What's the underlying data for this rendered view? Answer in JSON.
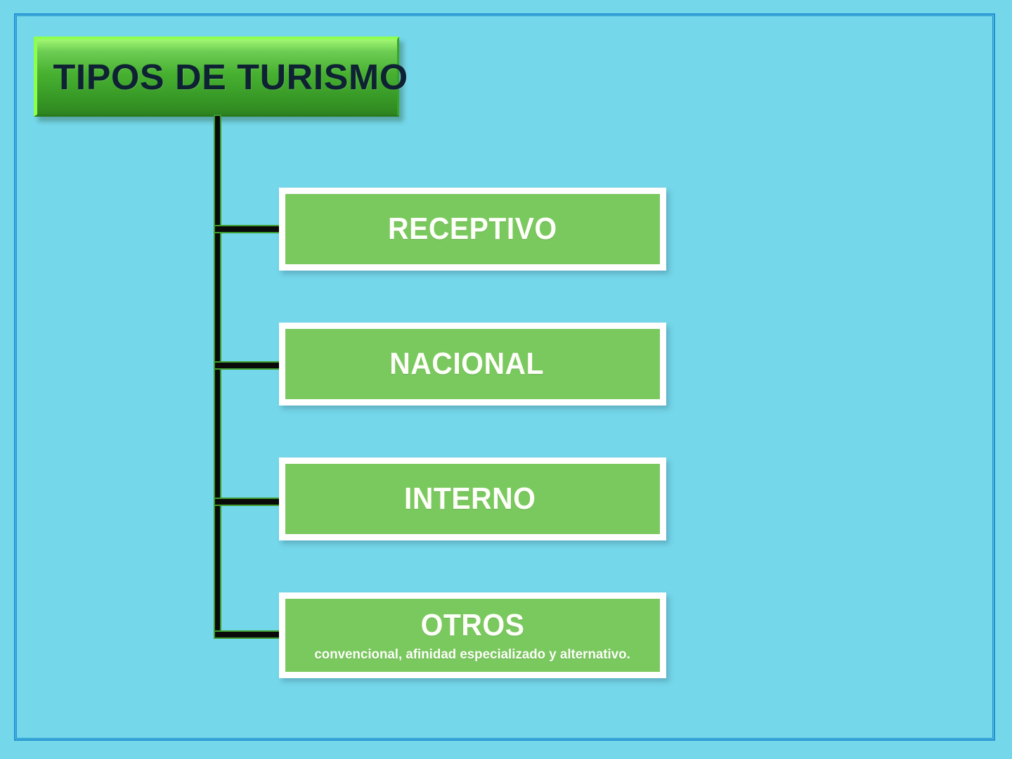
{
  "slide": {
    "background_color": "#75d7ea",
    "border_color": "#2091cf",
    "title": "TIPOS DE TURISMO"
  },
  "diagram": {
    "root_label": "TIPOS DE TURISMO",
    "node_fill_color": "#7ac95f",
    "node_frame_color": "#ffffff",
    "connector_color": "#0a0a0a",
    "nodes": [
      {
        "label": "RECEPTIVO",
        "subtitle": ""
      },
      {
        "label": "NACIONAL",
        "subtitle": ""
      },
      {
        "label": "INTERNO",
        "subtitle": ""
      },
      {
        "label": "OTROS",
        "subtitle": "convencional, afinidad especializado y alternativo."
      }
    ]
  }
}
